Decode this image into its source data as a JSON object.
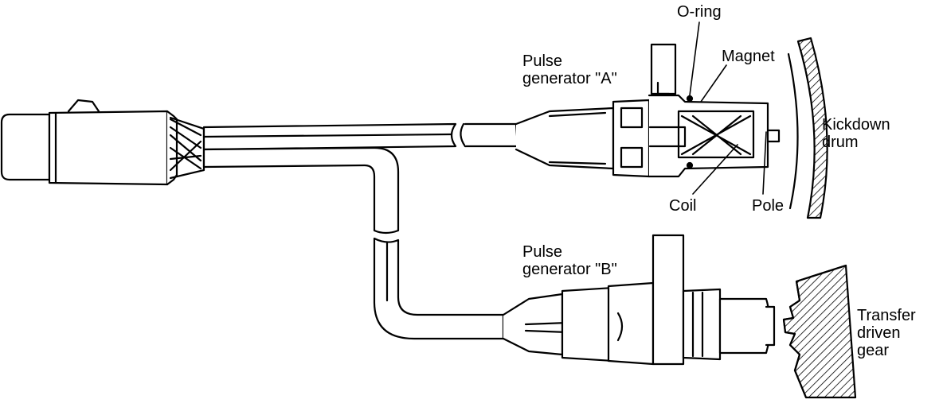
{
  "diagram": {
    "labels": {
      "pulse_gen_a": "Pulse\ngenerator \"A\"",
      "o_ring": "O-ring",
      "magnet": "Magnet",
      "kickdown_drum": "Kickdown\ndrum",
      "coil": "Coil",
      "pole": "Pole",
      "pulse_gen_b": "Pulse\ngenerator \"B\"",
      "transfer_gear": "Transfer\ndriven\ngear"
    },
    "colors": {
      "ink": "#000000",
      "paper": "#ffffff"
    }
  }
}
